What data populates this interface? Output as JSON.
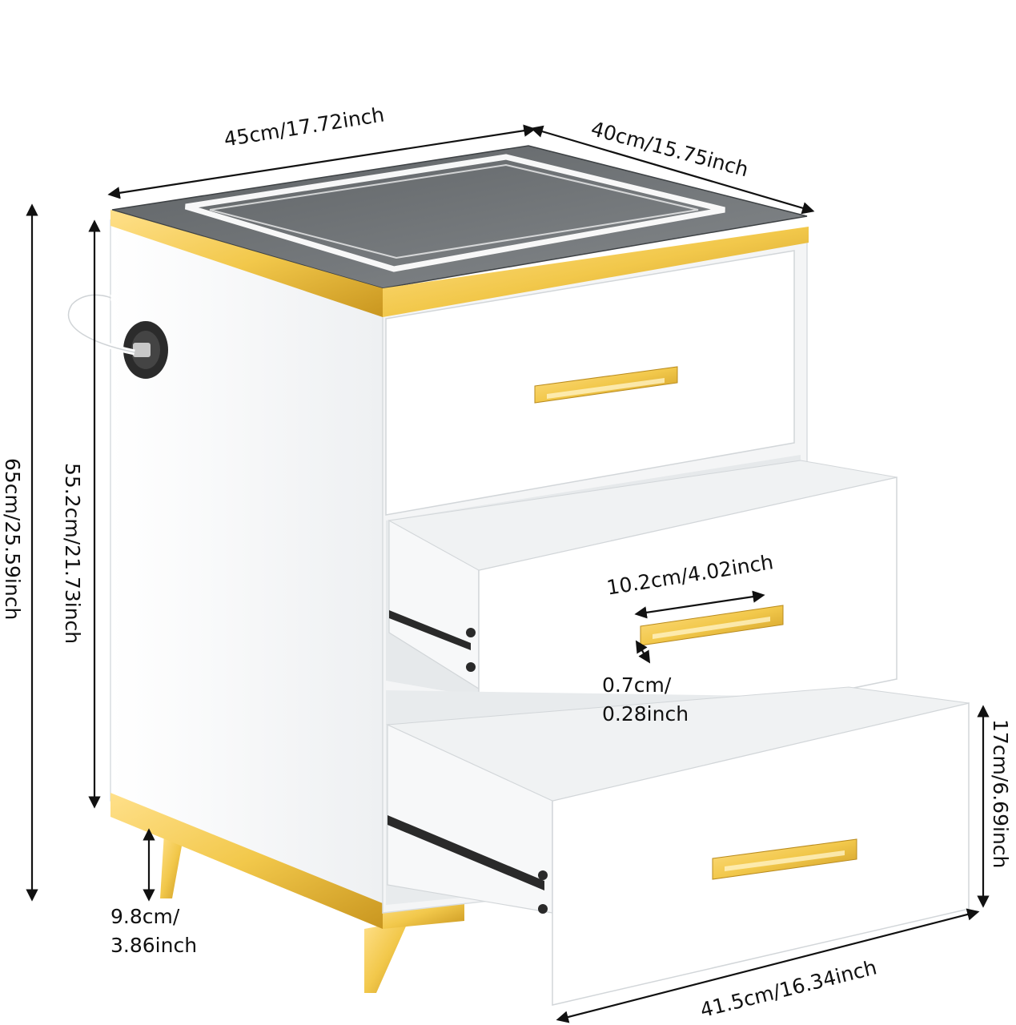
{
  "colors": {
    "body": "#ffffff",
    "body_shade": "#eef0f2",
    "side": "#f7f8f9",
    "gold": "#f2c84b",
    "gold_dark": "#c9961f",
    "glass": "#6f7376",
    "glass_dark": "#4b4f52",
    "light_strip": "#ffffff",
    "rail": "#2a2a2a",
    "outline": "#cfd3d6",
    "text": "#111111"
  },
  "dimensions": {
    "top_width": "45cm/17.72inch",
    "top_depth": "40cm/15.75inch",
    "total_height": "65cm/25.59inch",
    "body_height": "55.2cm/21.73inch",
    "handle_length": "10.2cm/4.02inch",
    "handle_thickness_cm": "0.7cm/",
    "handle_thickness_in": "0.28inch",
    "leg_height_cm": "9.8cm/",
    "leg_height_in": "3.86inch",
    "drawer_height": "17cm/6.69inch",
    "drawer_depth": "41.5cm/16.34inch"
  },
  "product": {
    "icons": [
      "usb-charging-port-icon",
      "charging-cable-icon",
      "drawer-slide-rail-icon"
    ]
  }
}
